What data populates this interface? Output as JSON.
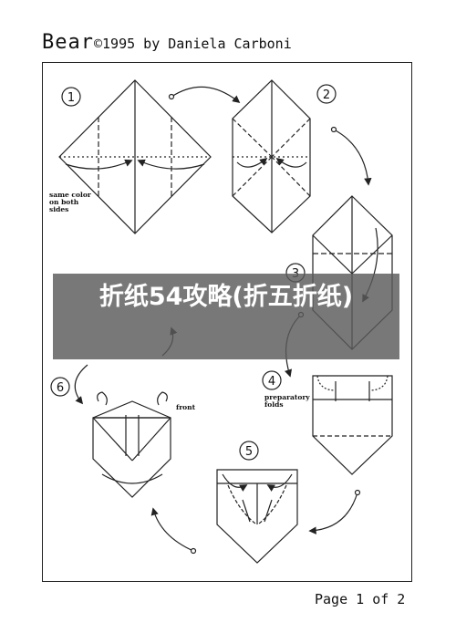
{
  "header": {
    "word": "Bear",
    "credit": "©1995 by Daniela Carboni"
  },
  "steps": [
    "1",
    "2",
    "3",
    "4",
    "5",
    "6"
  ],
  "notes": {
    "same_color": "same color on both sides",
    "preparatory": "preparatory folds",
    "front": "front"
  },
  "banner": {
    "text": "折纸54攻略(折五折纸)"
  },
  "footer": {
    "page_label": "Page 1 of 2"
  }
}
